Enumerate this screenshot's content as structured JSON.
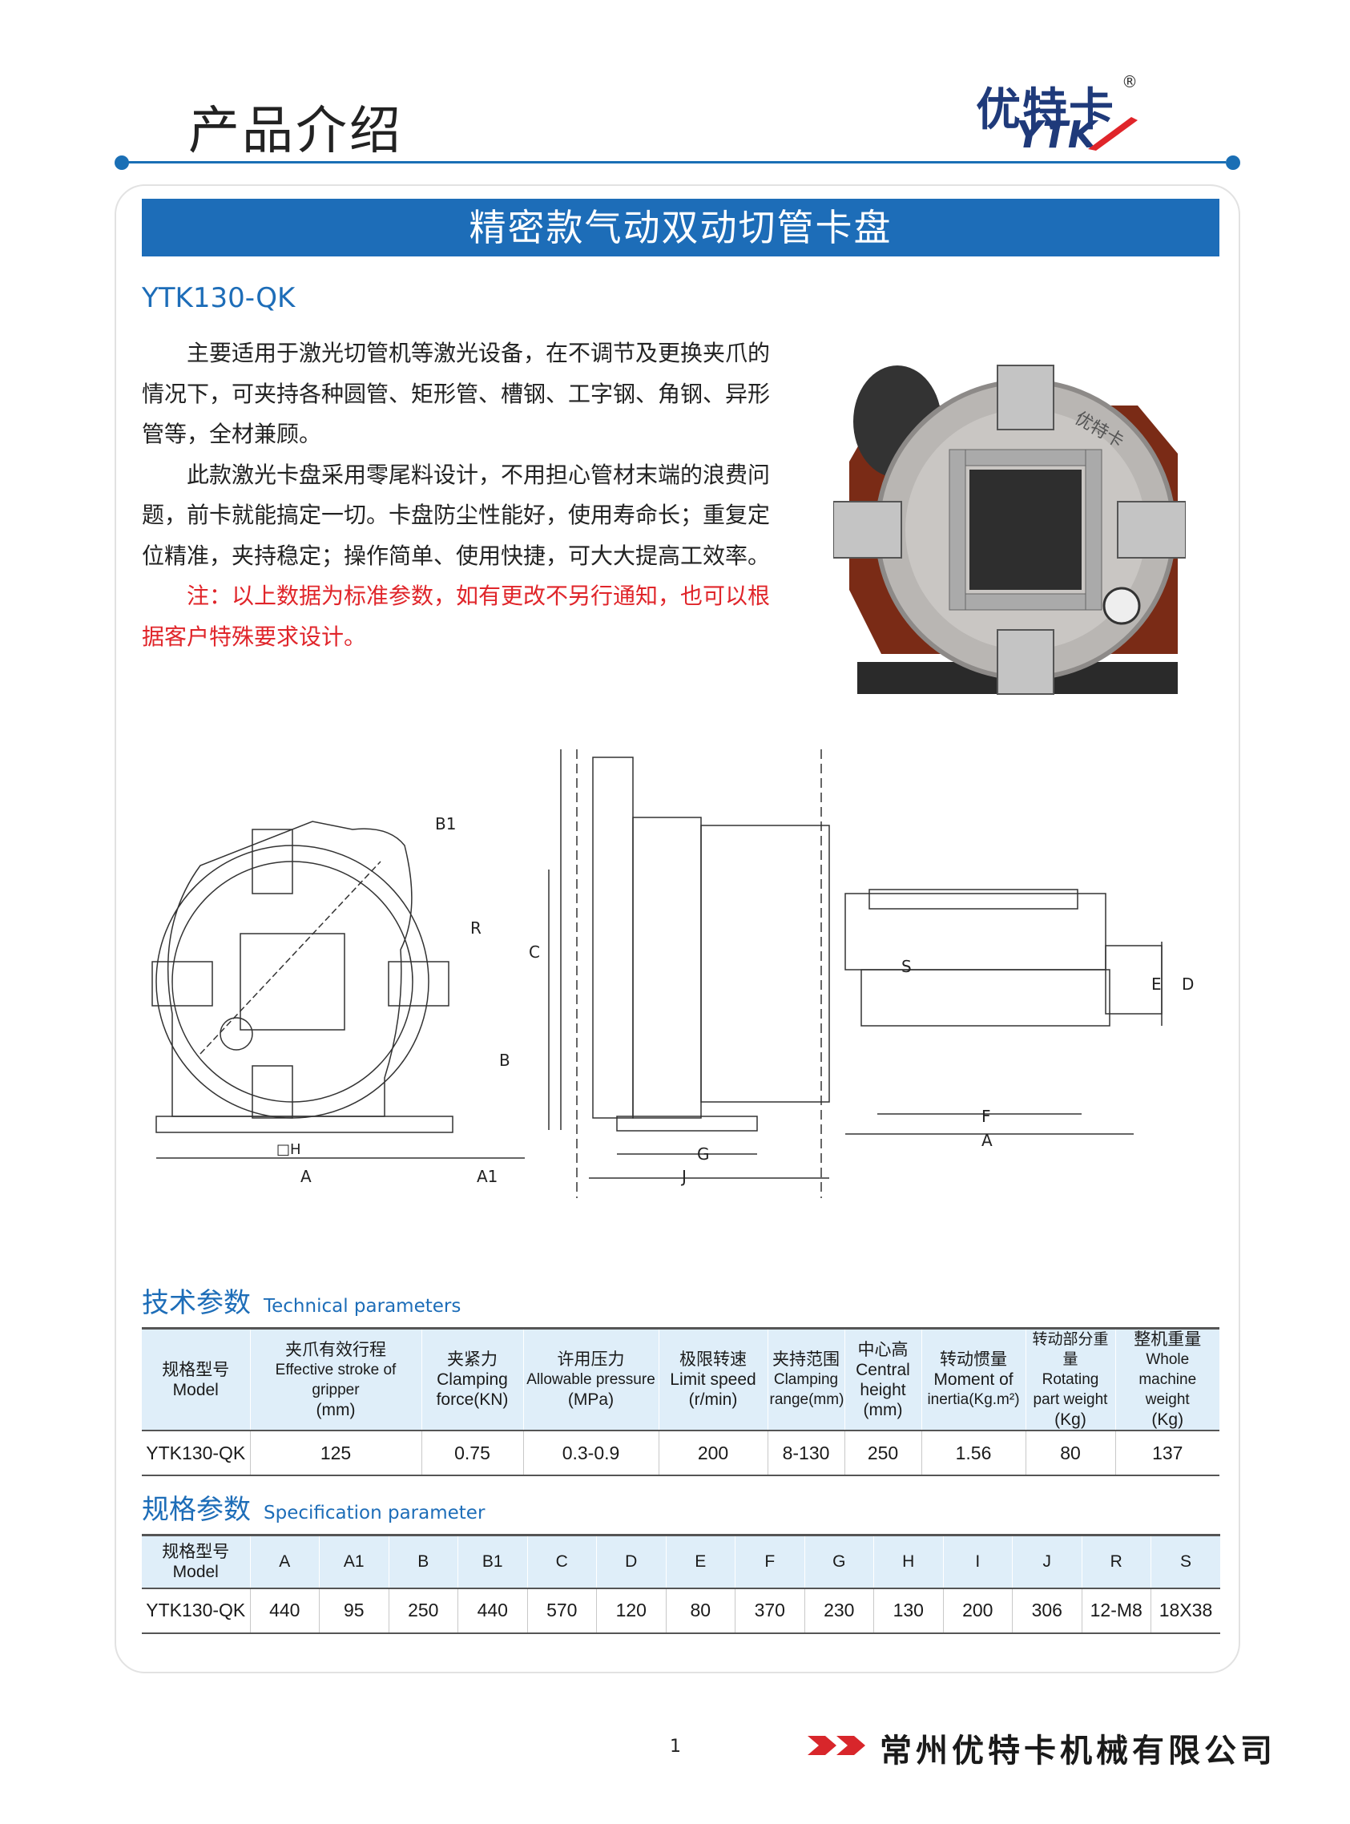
{
  "header": {
    "title": "产品介绍",
    "logo_text": "优特卡",
    "logo_mark": "YTK",
    "logo_registered": "®"
  },
  "product": {
    "banner_title": "精密款气动双动切管卡盘",
    "model": "YTK130-QK",
    "description": [
      "主要适用于激光切管机等激光设备，在不调节及更换夹爪的情况下，可夹持各种圆管、矩形管、槽钢、工字钢、角钢、异形管等，全材兼顾。",
      "此款激光卡盘采用零尾料设计，不用担心管材末端的浪费问题，前卡就能搞定一切。卡盘防尘性能好，使用寿命长；重复定位精准，夹持稳定；操作简单、使用快捷，可大大提高工效率。"
    ],
    "note": "注：以上数据为标准参数，如有更改不另行通知，也可以根据客户特殊要求设计。",
    "photo_brand": "优特卡"
  },
  "drawings": {
    "front_labels": [
      "B1",
      "R",
      "C",
      "B",
      "A",
      "A1",
      "□H"
    ],
    "side_labels": [
      "G",
      "J"
    ],
    "top_labels": [
      "S",
      "E",
      "D",
      "F",
      "A"
    ]
  },
  "technical": {
    "title_cn": "技术参数",
    "title_en": "Technical parameters",
    "headers": [
      {
        "cn": "规格型号",
        "en": "Model",
        "unit": ""
      },
      {
        "cn": "夹爪有效行程",
        "en": "Effective stroke of gripper",
        "unit": "(mm)"
      },
      {
        "cn": "夹紧力",
        "en": "Clamping",
        "unit": "force(KN)"
      },
      {
        "cn": "许用压力",
        "en": "Allowable pressure",
        "unit": "(MPa)"
      },
      {
        "cn": "极限转速",
        "en": "Limit speed",
        "unit": "(r/min)"
      },
      {
        "cn": "夹持范围",
        "en": "Clamping",
        "unit": "range(mm)"
      },
      {
        "cn": "中心高",
        "en": "Central height",
        "unit": "(mm)"
      },
      {
        "cn": "转动惯量",
        "en": "Moment of",
        "unit": "inertia(Kg.m²)"
      },
      {
        "cn": "转动部分重量",
        "en": "Rotating part weight",
        "unit": "(Kg)"
      },
      {
        "cn": "整机重量",
        "en": "Whole machine weight",
        "unit": "(Kg)"
      }
    ],
    "rows": [
      [
        "YTK130-QK",
        "125",
        "0.75",
        "0.3-0.9",
        "200",
        "8-130",
        "250",
        "1.56",
        "80",
        "137"
      ]
    ]
  },
  "specification": {
    "title_cn": "规格参数",
    "title_en": "Specification parameter",
    "model_header_cn": "规格型号",
    "model_header_en": "Model",
    "headers": [
      "A",
      "A1",
      "B",
      "B1",
      "C",
      "D",
      "E",
      "F",
      "G",
      "H",
      "I",
      "J",
      "R",
      "S"
    ],
    "rows": [
      [
        "YTK130-QK",
        "440",
        "95",
        "250",
        "440",
        "570",
        "120",
        "80",
        "370",
        "230",
        "130",
        "200",
        "306",
        "12-M8",
        "18X38"
      ]
    ]
  },
  "footer": {
    "page_number": "1",
    "company": "常州优特卡机械有限公司"
  },
  "colors": {
    "brand_blue": "#1d6db8",
    "note_red": "#e0252a",
    "header_cell_bg": "#dfeef9",
    "footer_arrow_red": "#d8262b"
  }
}
